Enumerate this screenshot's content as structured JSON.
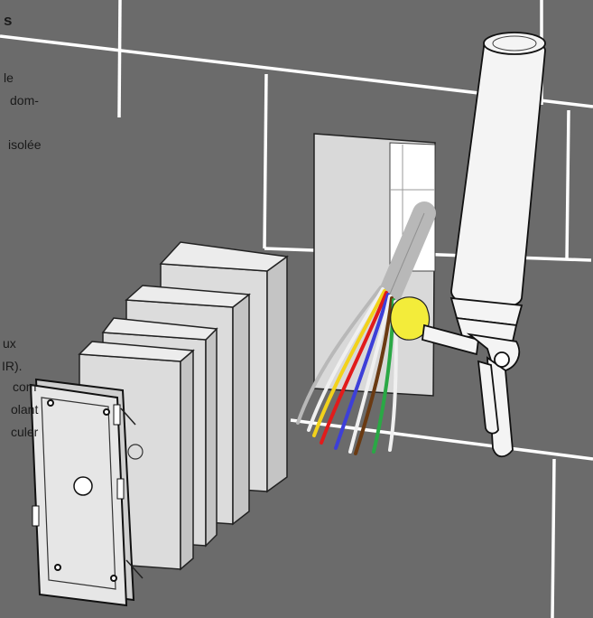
{
  "text_fragments": {
    "heading_tail": "s",
    "line_1": "le",
    "line_2": "dom-",
    "line_3": "isolée",
    "line_4": "ux",
    "line_5": "IR).",
    "line_6": "com",
    "line_7": "olant",
    "line_8": "culer"
  },
  "colors": {
    "wall": "#6b6b6b",
    "tile_joint": "#ffffff",
    "opening_back": "#d9d9d9",
    "insulation_block": "#dcdcdc",
    "housing": "#e6e6e6",
    "foam": "#f3ec3a",
    "foam_gun": "#f4f4f4",
    "wire_red": "#e11b1b",
    "wire_yellow": "#f2d21b",
    "wire_blue": "#3d3fd8",
    "wire_brown": "#6a3a12",
    "wire_green": "#2aa845",
    "wire_white": "#f0f0f0",
    "wire_gray": "#b8b8b8"
  },
  "icons": {
    "foam_gun": "foam-spray-gun-icon",
    "housing": "flush-mount-housing-icon"
  }
}
